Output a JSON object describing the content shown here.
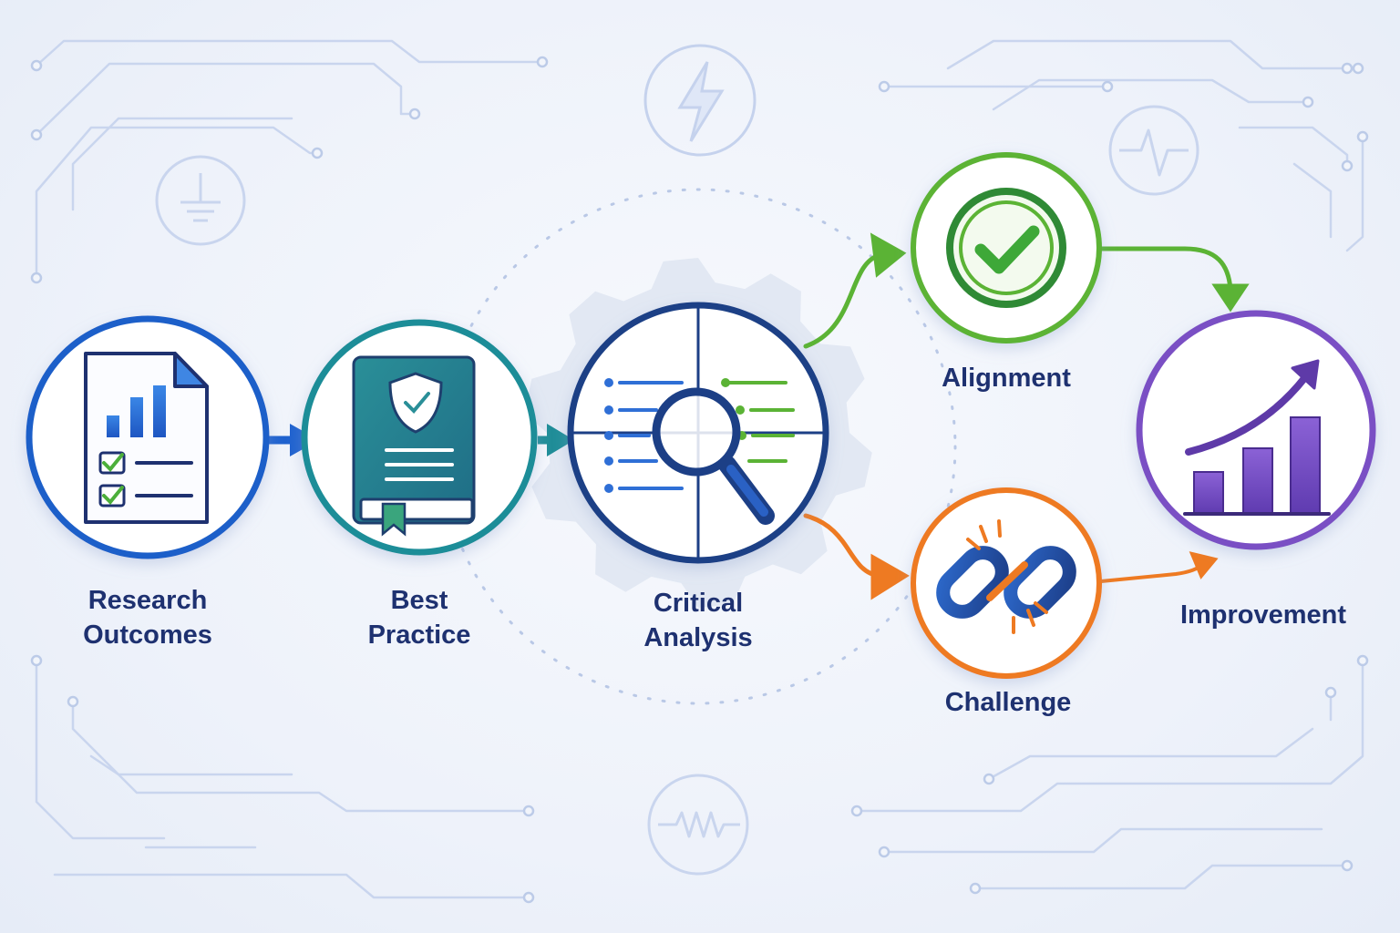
{
  "nodes": [
    {
      "id": "research",
      "label_lines": [
        "Research",
        "Outcomes"
      ],
      "color": "#1f5fc9",
      "icon": "report-document-icon"
    },
    {
      "id": "best-practice",
      "label_lines": [
        "Best",
        "Practice"
      ],
      "color": "#1f8d98",
      "icon": "shield-book-icon"
    },
    {
      "id": "critical-analysis",
      "label_lines": [
        "Critical",
        "Analysis"
      ],
      "color": "#1c3f86",
      "icon": "magnifier-analysis-icon"
    },
    {
      "id": "alignment",
      "label_lines": [
        "Alignment"
      ],
      "color": "#5bb335",
      "icon": "checkmark-icon"
    },
    {
      "id": "challenge",
      "label_lines": [
        "Challenge"
      ],
      "color": "#ee7a22",
      "icon": "broken-link-icon"
    },
    {
      "id": "improvement",
      "label_lines": [
        "Improvement"
      ],
      "color": "#7a4fc4",
      "icon": "growth-chart-icon"
    }
  ],
  "background_icons": [
    "lightning-icon",
    "ground-icon",
    "pulse-icon",
    "resistor-icon"
  ],
  "colors": {
    "text": "#1e3170",
    "circuit": "#c7d3ec",
    "gear": "#e2e8f3"
  }
}
